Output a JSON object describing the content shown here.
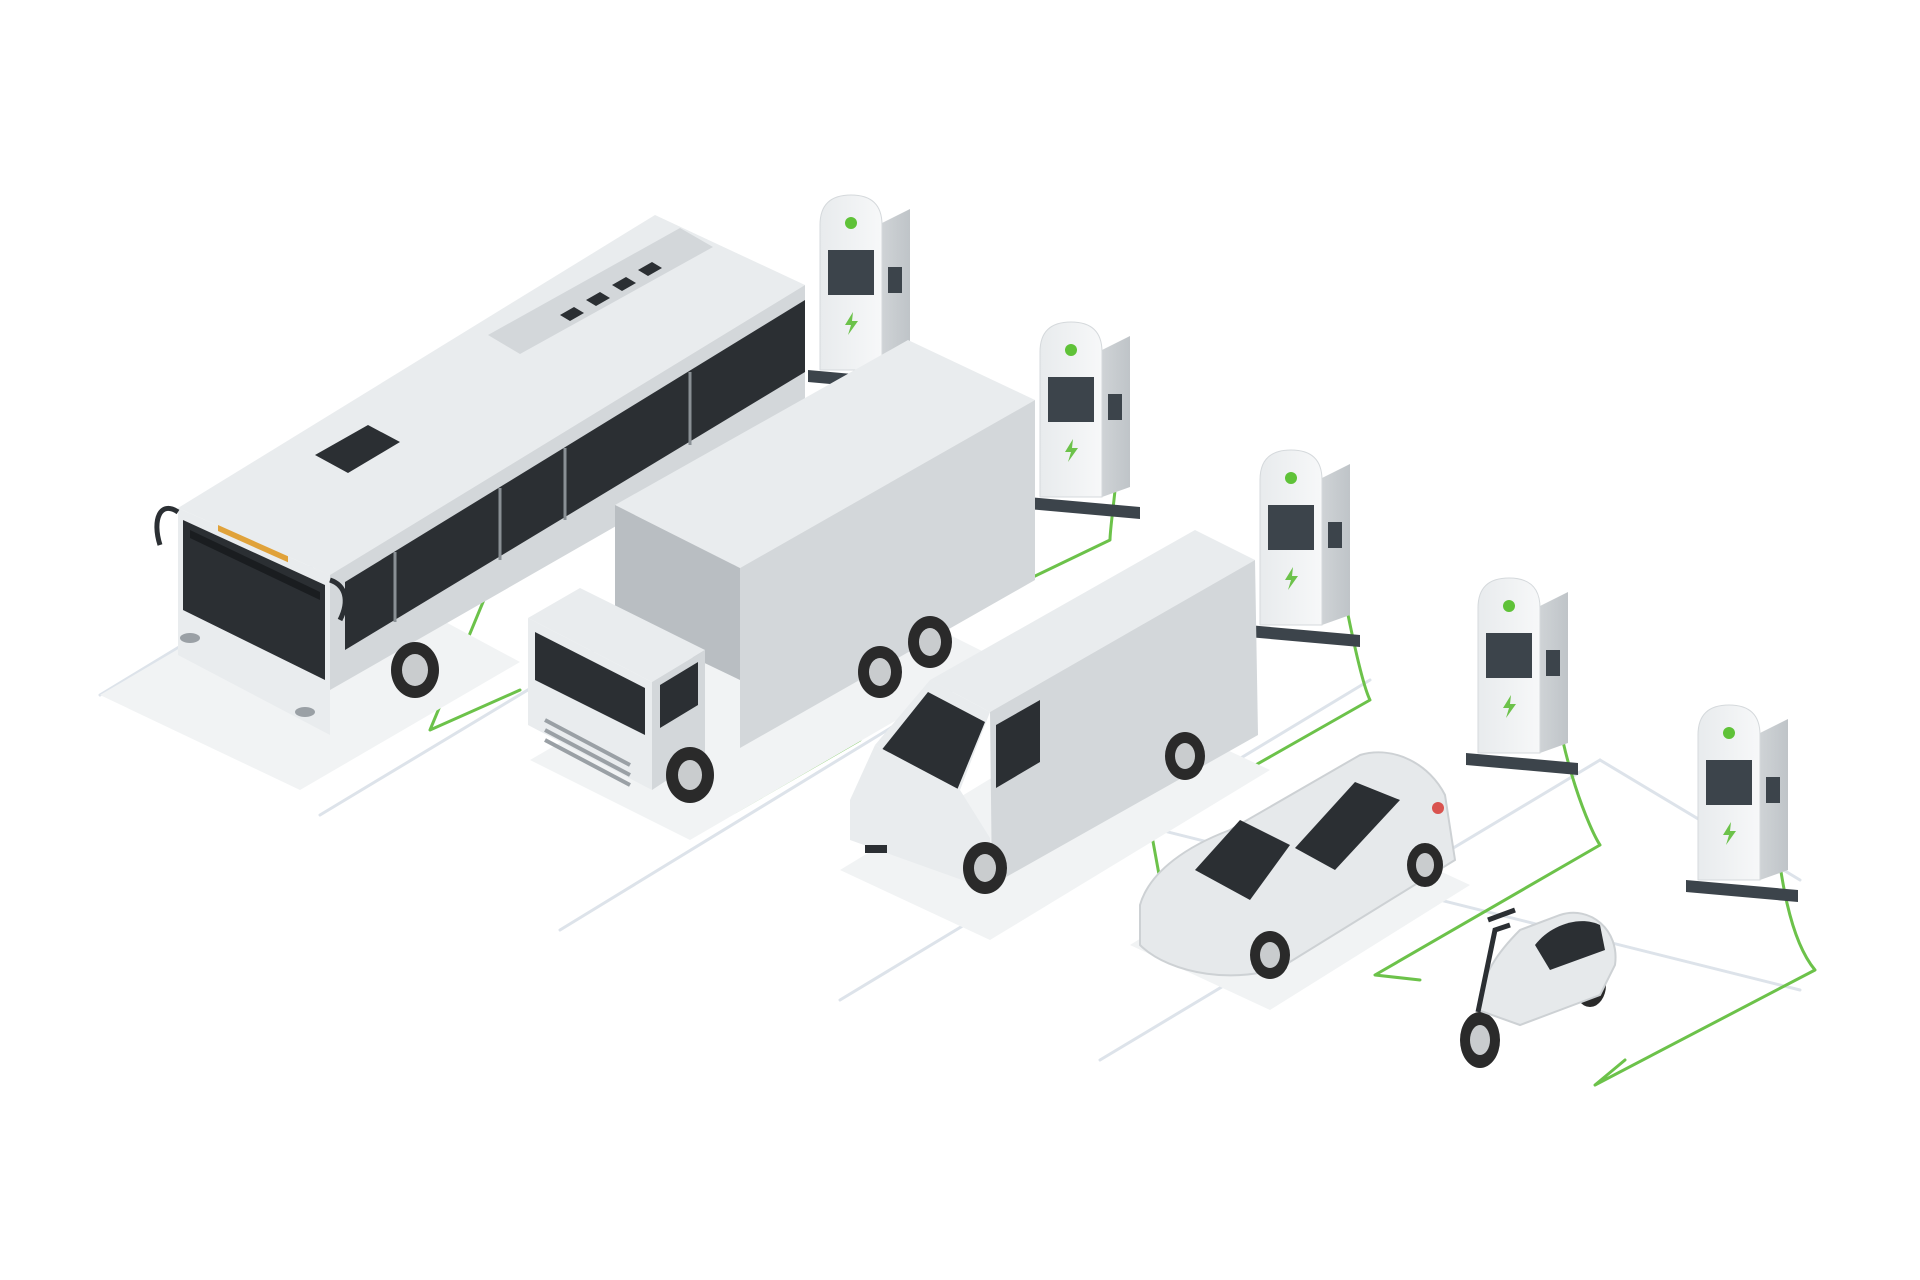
{
  "scene": {
    "description_icon": "ev-charging-station-illustration",
    "vehicles": [
      {
        "kind": "bus",
        "icon": "bus-icon"
      },
      {
        "kind": "truck",
        "icon": "truck-icon"
      },
      {
        "kind": "van",
        "icon": "van-icon"
      },
      {
        "kind": "car",
        "icon": "car-icon"
      },
      {
        "kind": "scooter",
        "icon": "scooter-icon"
      }
    ],
    "chargers": [
      {
        "icon": "lightning-bolt-icon",
        "status": "green"
      },
      {
        "icon": "lightning-bolt-icon",
        "status": "green"
      },
      {
        "icon": "lightning-bolt-icon",
        "status": "green"
      },
      {
        "icon": "lightning-bolt-icon",
        "status": "green"
      },
      {
        "icon": "lightning-bolt-icon",
        "status": "green"
      }
    ]
  },
  "colors": {
    "background": "#ffffff",
    "cable": "#6cc24a",
    "status_light": "#5fc238",
    "body_light": "#e9ecee",
    "body_mid": "#d3d7da",
    "body_dark": "#b9bec2",
    "glass": "#2b2f33",
    "screen": "#3c444b",
    "lane_line": "#dde3ea",
    "tire": "#2a2a2a",
    "rim": "#c9ccce"
  }
}
